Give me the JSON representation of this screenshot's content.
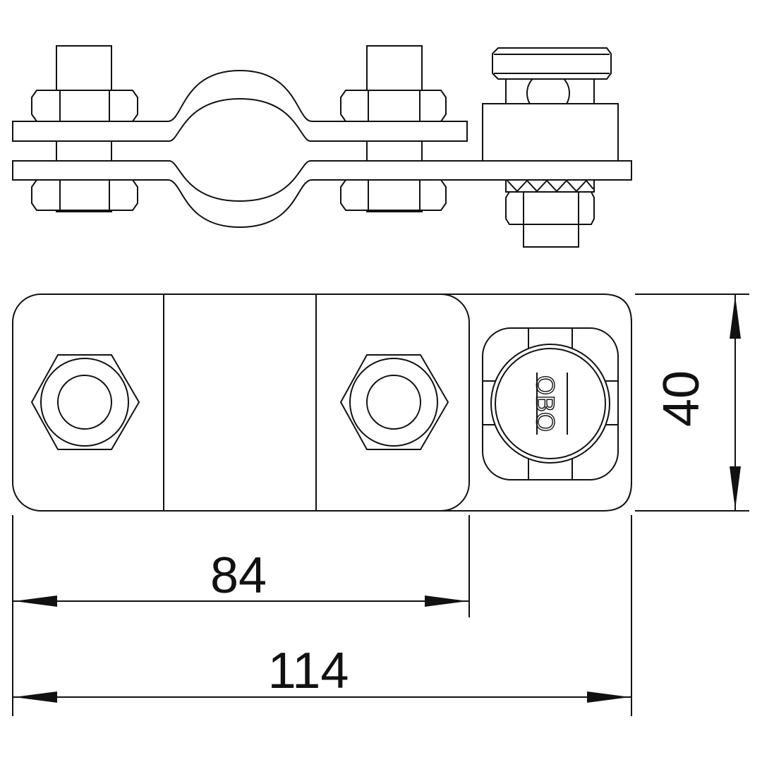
{
  "drawing": {
    "brand_logo": "OBO",
    "dimensions": {
      "height": "40",
      "clamp_length": "84",
      "total_length": "114"
    },
    "colors": {
      "line": "#111111",
      "background": "#ffffff"
    }
  }
}
